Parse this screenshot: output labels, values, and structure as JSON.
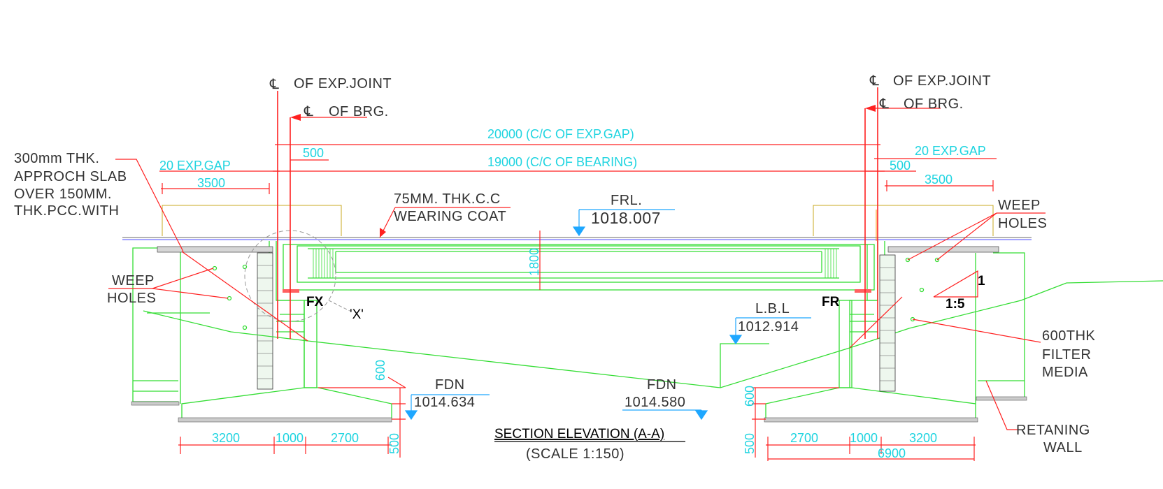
{
  "drawing": {
    "title": "SECTION ELEVATION (A-A)",
    "scale": "(SCALE 1:150)",
    "centerlines": {
      "exp_joint_left": "OF EXP.JOINT",
      "brg_left": "OF BRG.",
      "exp_joint_right": "OF EXP.JOINT",
      "brg_right": "OF BRG.",
      "cl_symbol": "℄"
    },
    "dimensions": {
      "c_c_exp_gap": "20000 (C/C OF EXP.GAP)",
      "c_c_bearing": "19000 (C/C OF BEARING)",
      "exp_gap_left": "20 EXP.GAP",
      "exp_gap_right": "20 EXP.GAP",
      "offset_left": "500",
      "offset_right": "500",
      "approach_left": "3500",
      "approach_right": "3500",
      "deck_depth": "1800",
      "footing_depth_left": "600",
      "footing_depth_right": "600",
      "footing_thk_left": "500",
      "footing_thk_right": "500",
      "footing_left": [
        "3200",
        "1000",
        "2700"
      ],
      "footing_right": [
        "2700",
        "1000",
        "3200"
      ],
      "footing_right_total": "6900"
    },
    "notes": {
      "approach_slab": [
        "300mm THK.",
        "APPROCH SLAB",
        "OVER 150MM.",
        "THK.PCC.WITH"
      ],
      "wearing_coat": [
        "75MM. THK.C.C",
        "WEARING COAT"
      ],
      "weep_holes_left": [
        "WEEP",
        "HOLES"
      ],
      "weep_holes_right": [
        "WEEP",
        "HOLES"
      ],
      "filter_media": [
        "600THK",
        "FILTER",
        "MEDIA"
      ],
      "retaining_wall": [
        "RETANING",
        "WALL"
      ],
      "slope_v": "1",
      "slope_h": "1:5",
      "detail_x": "'X'",
      "fixed": "FX",
      "free": "FR"
    },
    "levels": {
      "frl": {
        "label": "FRL.",
        "value": "1018.007"
      },
      "lbl": {
        "label": "L.B.L",
        "value": "1012.914"
      },
      "fdn_left": {
        "label": "FDN",
        "value": "1014.634"
      },
      "fdn_right": {
        "label": "FDN",
        "value": "1014.580"
      }
    },
    "colors": {
      "structure": "#33dd33",
      "dimension": "#ff2020",
      "text_cyan": "#1fd4e0",
      "text_dark": "#333333",
      "level_marker": "#1ea7ff",
      "approach_outline": "#c8a820"
    }
  }
}
